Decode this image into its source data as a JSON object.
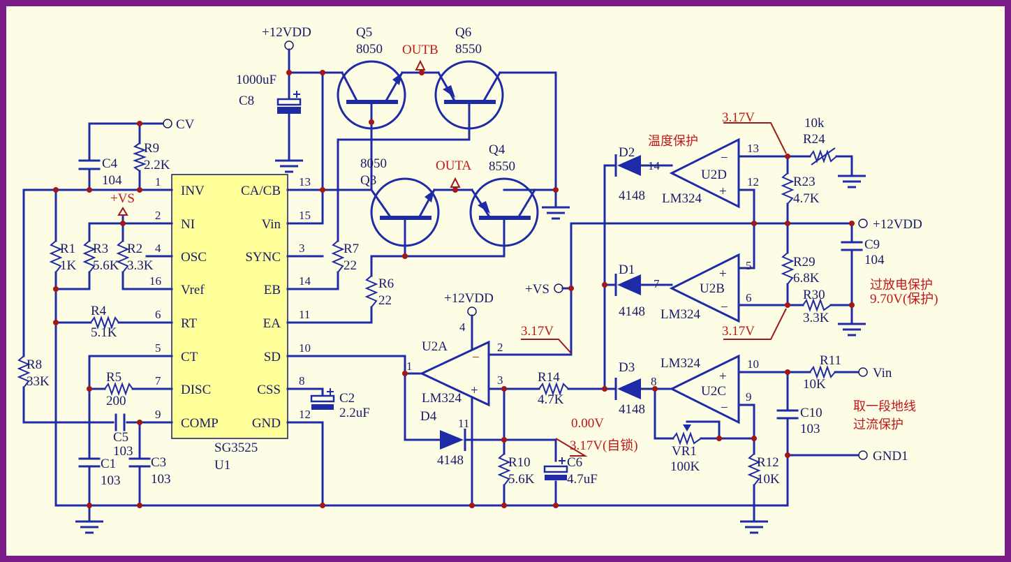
{
  "chip": {
    "name": "SG3525",
    "ref": "U1",
    "left_pins": [
      {
        "num": "1",
        "name": "INV"
      },
      {
        "num": "2",
        "name": "NI"
      },
      {
        "num": "4",
        "name": "OSC"
      },
      {
        "num": "16",
        "name": "Vref"
      },
      {
        "num": "6",
        "name": "RT"
      },
      {
        "num": "5",
        "name": "CT"
      },
      {
        "num": "7",
        "name": "DISC"
      },
      {
        "num": "9",
        "name": "COMP"
      }
    ],
    "right_pins": [
      {
        "num": "13",
        "name": "CA/CB"
      },
      {
        "num": "15",
        "name": "Vin"
      },
      {
        "num": "3",
        "name": "SYNC"
      },
      {
        "num": "14",
        "name": "EB"
      },
      {
        "num": "11",
        "name": "EA"
      },
      {
        "num": "10",
        "name": "SD"
      },
      {
        "num": "8",
        "name": "CSS"
      },
      {
        "num": "12",
        "name": "GND"
      }
    ]
  },
  "labels": {
    "vdd_top": "+12VDD",
    "cv": "CV",
    "vs_top": "+VS",
    "c8_val": "1000uF",
    "c8": "C8",
    "q5": "Q5",
    "q5_type": "8050",
    "q6": "Q6",
    "q6_type": "8550",
    "outb": "OUTB",
    "q3": "Q3",
    "q3_type": "8050",
    "q4": "Q4",
    "q4_type": "8550",
    "outa": "OUTA",
    "c4": "C4",
    "c4_val": "104",
    "r9": "R9",
    "r9_val": "2.2K",
    "r1": "R1",
    "r1_val": "1K",
    "r3": "R3",
    "r3_val": "5.6K",
    "r2": "R2",
    "r2_val": "3.3K",
    "r4": "R4",
    "r4_val": "5.1K",
    "r8": "R8",
    "r8_val": "33K",
    "r5": "R5",
    "r5_val": "200",
    "c5": "C5",
    "c5_val": "103",
    "c1": "C1",
    "c1_val": "103",
    "c3": "C3",
    "c3_val": "103",
    "r7": "R7",
    "r7_val": "22",
    "r6": "R6",
    "r6_val": "22",
    "c2": "C2",
    "c2_val": "2.2uF",
    "u2a": "U2A",
    "u2a_part": "LM324",
    "vdd_u2a": "+12VDD",
    "pin4": "4",
    "pin11": "11",
    "pin1": "1",
    "pin2": "2",
    "pin3": "3",
    "d4": "D4",
    "d4_val": "4148",
    "r10": "R10",
    "r10_val": "5.6K",
    "c6": "C6",
    "c6_val": "4.7uF",
    "r14": "R14",
    "r14_val": "4.7K",
    "v0": "0.00V",
    "v317_lock": "3.17V(自锁)",
    "v317_a": "3.17V",
    "vs_mid": "+VS",
    "d2": "D2",
    "d2_val": "4148",
    "d1": "D1",
    "d1_val": "4148",
    "d3": "D3",
    "d3_val": "4148",
    "u2d": "U2D",
    "u2b": "U2B",
    "u2c": "U2C",
    "lm324_d": "LM324",
    "lm324_b": "LM324",
    "lm324_c": "LM324",
    "p14": "14",
    "p13": "13",
    "p12": "12",
    "p7": "7",
    "p5": "5",
    "p6": "6",
    "p8": "8",
    "p10": "10",
    "p9": "9",
    "temp_prot": "温度保护",
    "v317_d": "3.17V",
    "v317_b": "3.17V",
    "r24": "R24",
    "r24_val": "10k",
    "r23": "R23",
    "r23_val": "4.7K",
    "vdd_right": "+12VDD",
    "c9": "C9",
    "c9_val": "104",
    "r29": "R29",
    "r29_val": "6.8K",
    "r30": "R30",
    "r30_val": "3.3K",
    "over_dis": "过放电保护",
    "over_dis_v": "9.70V(保护)",
    "vr1": "VR1",
    "vr1_val": "100K",
    "r11": "R11",
    "r11_val": "10K",
    "vin": "Vin",
    "c10": "C10",
    "c10_val": "103",
    "r12": "R12",
    "r12_val": "10K",
    "gnd1": "GND1",
    "cur_prot_1": "取一段地线",
    "cur_prot_2": "过流保护"
  }
}
